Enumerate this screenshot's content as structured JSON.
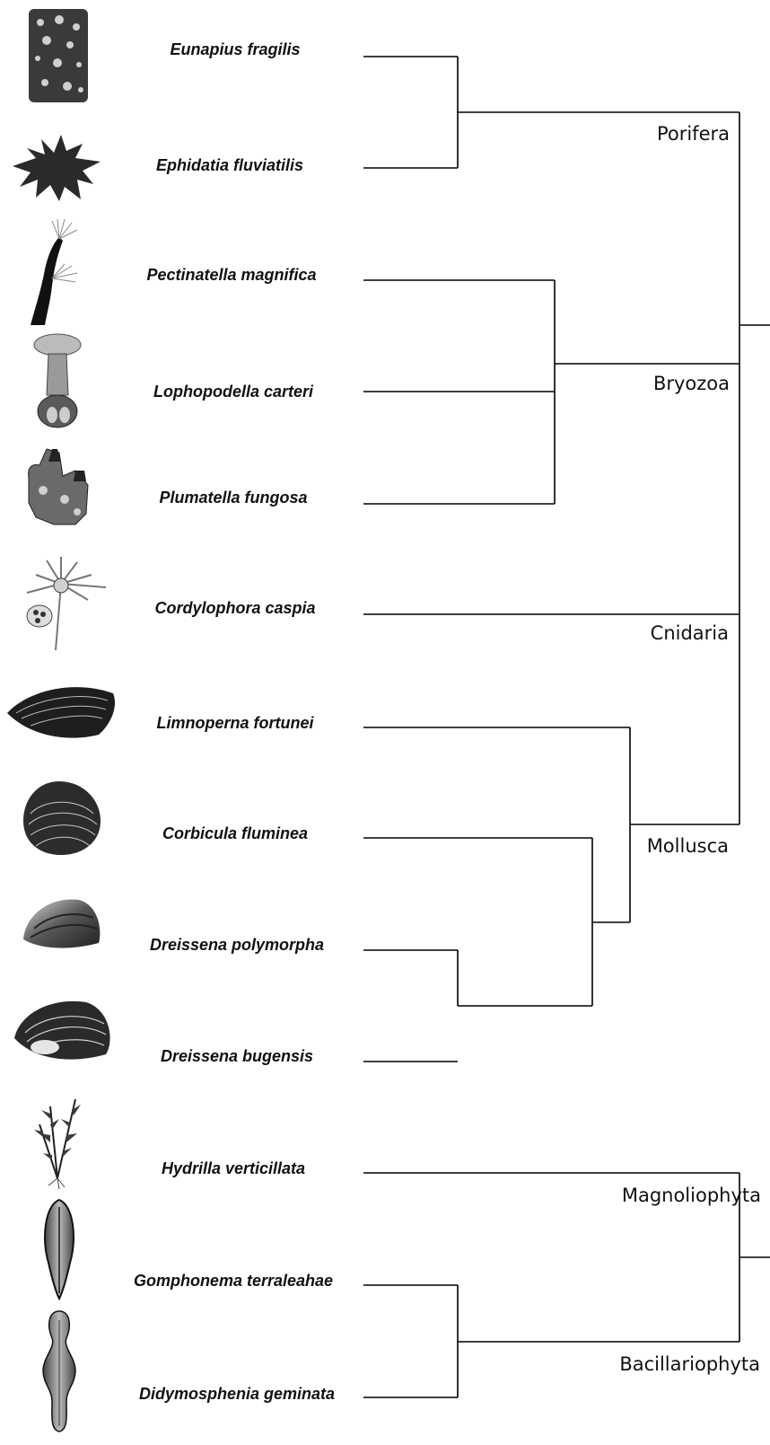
{
  "tree": {
    "species": [
      {
        "name": "Eunapius fragilis",
        "icon": "sponge-block-icon"
      },
      {
        "name": "Ephidatia fluviatilis",
        "icon": "branching-sponge-icon"
      },
      {
        "name": "Pectinatella magnifica",
        "icon": "bryozoan-colony-icon"
      },
      {
        "name": "Lophopodella carteri",
        "icon": "bryozoan-zooid-icon"
      },
      {
        "name": "Plumatella fungosa",
        "icon": "bryozoan-tube-icon"
      },
      {
        "name": "Cordylophora caspia",
        "icon": "hydroid-icon"
      },
      {
        "name": "Limnoperna fortunei",
        "icon": "mussel-shell-icon"
      },
      {
        "name": "Corbicula fluminea",
        "icon": "clam-shell-icon"
      },
      {
        "name": "Dreissena polymorpha",
        "icon": "zebra-mussel-icon"
      },
      {
        "name": "Dreissena bugensis",
        "icon": "quagga-mussel-icon"
      },
      {
        "name": "Hydrilla verticillata",
        "icon": "aquatic-plant-icon"
      },
      {
        "name": "Gomphonema terraleahae",
        "icon": "diatom-elongate-icon"
      },
      {
        "name": "Didymosphenia geminata",
        "icon": "diatom-constricted-icon"
      }
    ],
    "groups": [
      "Porifera",
      "Bryozoa",
      "Cnidaria",
      "Mollusca",
      "Magnoliophyta",
      "Bacillariophyta"
    ]
  }
}
